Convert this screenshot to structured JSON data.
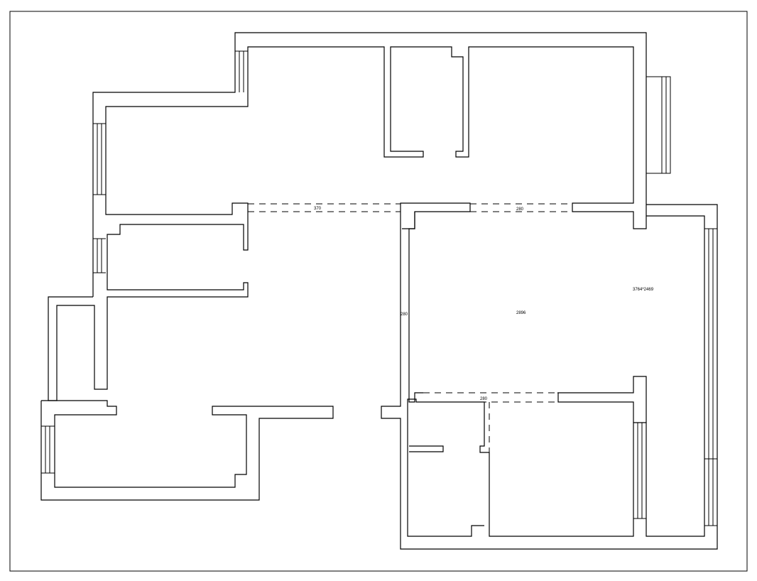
{
  "drawing": {
    "stroke_color": "#000000",
    "background_color": "#ffffff",
    "labels": {
      "top_left_beam": "370",
      "top_right_beam": "280",
      "left_vertical_beam": "280",
      "center_dimension": "2896",
      "bottom_beam": "280",
      "living_room_size": "3764*2469"
    }
  }
}
